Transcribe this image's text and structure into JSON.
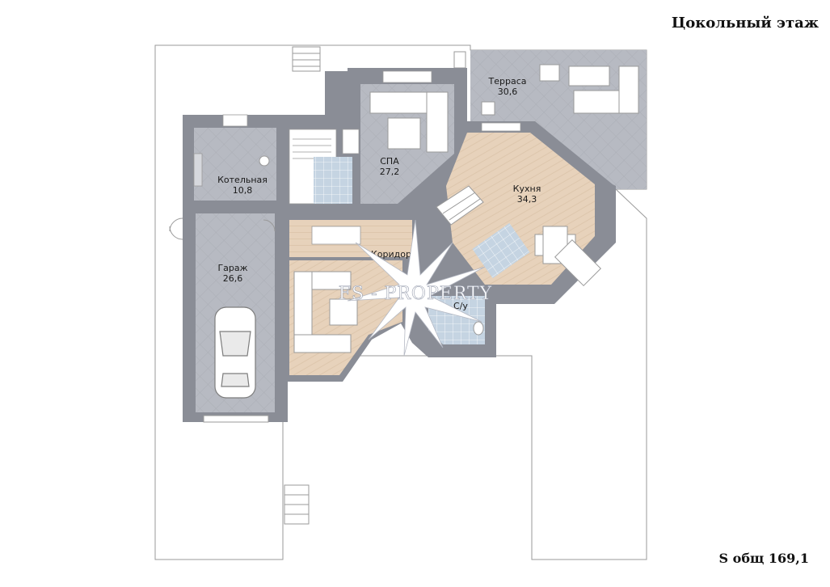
{
  "title": "Цокольный этаж",
  "total_area": "S общ 169,1",
  "watermark": "FS - PROPERTY",
  "colors": {
    "wall": "#8a8d96",
    "tile": "#b7bac2",
    "wood": "#e7d2bb",
    "terrace": "#b3b6be",
    "outline": "#9a9a9a",
    "water_tile": "#c5d4e2"
  },
  "rooms": [
    {
      "name": "Терраса",
      "area": "30,6"
    },
    {
      "name": "СПА",
      "area": "27,2"
    },
    {
      "name": "Котельная",
      "area": "10,8"
    },
    {
      "name": "Кухня",
      "area": "34,3"
    },
    {
      "name": "Гараж",
      "area": "26,6"
    },
    {
      "name": "Коридор",
      "area": ""
    },
    {
      "name": "С/у",
      "area": ""
    }
  ]
}
